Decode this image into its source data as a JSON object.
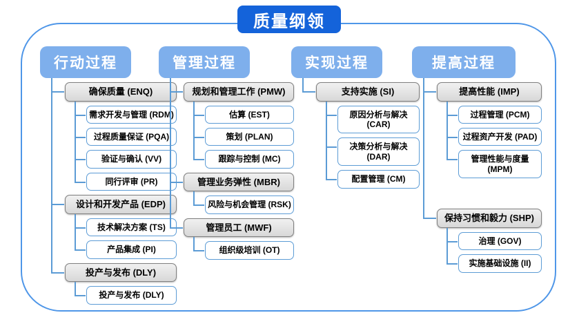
{
  "title": "质量纲领",
  "colors": {
    "title_blue": "#1463DA",
    "header_blue": "#7EAFEC",
    "line_blue": "#5B9BD5",
    "frame_blue": "#4E96E8",
    "group_fill": "#DFDFDF",
    "group_border": "#7F7F7F"
  },
  "columns": [
    {
      "header": "行动过程",
      "groups": [
        {
          "label": "确保质量 (ENQ)",
          "children": [
            "需求开发与管理 (RDM)",
            "过程质量保证 (PQA)",
            "验证与确认 (VV)",
            "同行评审 (PR)"
          ]
        },
        {
          "label": "设计和开发产品 (EDP)",
          "children": [
            "技术解决方案 (TS)",
            "产品集成 (PI)"
          ]
        },
        {
          "label": "投产与发布 (DLY)",
          "children": [
            "投产与发布 (DLY)"
          ]
        }
      ]
    },
    {
      "header": "管理过程",
      "groups": [
        {
          "label": "规划和管理工作 (PMW)",
          "children": [
            "估算 (EST)",
            "策划 (PLAN)",
            "跟踪与控制 (MC)"
          ]
        },
        {
          "label": "管理业务弹性 (MBR)",
          "children": [
            "风险与机会管理 (RSK)"
          ]
        },
        {
          "label": "管理员工 (MWF)",
          "children": [
            "组织级培训 (OT)"
          ]
        }
      ]
    },
    {
      "header": "实现过程",
      "groups": [
        {
          "label": "支持实施 (SI)",
          "children": [
            "原因分析与解决 (CAR)",
            "决策分析与解决 (DAR)",
            "配置管理 (CM)"
          ]
        }
      ]
    },
    {
      "header": "提高过程",
      "groups": [
        {
          "label": "提高性能 (IMP)",
          "children": [
            "过程管理 (PCM)",
            "过程资产开发 (PAD)",
            "管理性能与度量 (MPM)"
          ]
        },
        {
          "label": "保持习惯和毅力 (SHP)",
          "children": [
            "治理 (GOV)",
            "实施基础设施 (II)"
          ]
        }
      ]
    }
  ]
}
